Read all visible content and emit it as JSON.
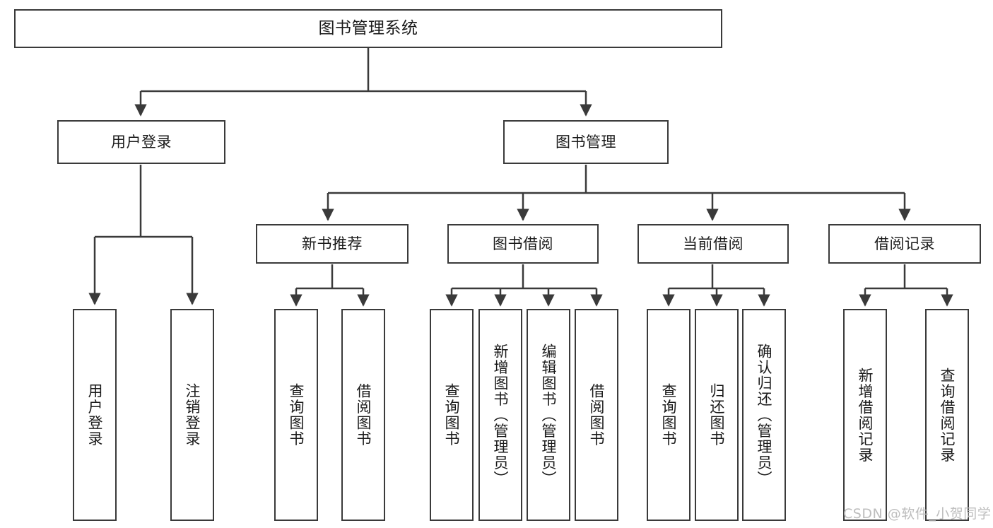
{
  "diagram": {
    "type": "tree",
    "title": "图书管理系统",
    "watermark": "CSDN @软件_小贺同学",
    "colors": {
      "box_border": "#3a3a3a",
      "box_fill": "#ffffff",
      "edge": "#3a3a3a",
      "text": "#1a1a1a",
      "watermark": "#bdbdbd",
      "background": "#ffffff"
    },
    "nodes": {
      "root": {
        "label": "图书管理系统",
        "level": 1
      },
      "login": {
        "label": "用户登录",
        "level": 2
      },
      "book_mgmt": {
        "label": "图书管理",
        "level": 2
      },
      "new_book": {
        "label": "新书推荐",
        "level": 3
      },
      "borrow": {
        "label": "图书借阅",
        "level": 3
      },
      "current": {
        "label": "当前借阅",
        "level": 3
      },
      "record": {
        "label": "借阅记录",
        "level": 3
      },
      "leaf_login_1": {
        "label": "用户登录",
        "level": 4
      },
      "leaf_login_2": {
        "label": "注销登录",
        "level": 4
      },
      "leaf_new_1": {
        "label": "查询图书",
        "level": 4
      },
      "leaf_new_2": {
        "label": "借阅图书",
        "level": 4
      },
      "leaf_borrow_1": {
        "label": "查询图书",
        "level": 4
      },
      "leaf_borrow_2": {
        "label": "新增图书（管理员）",
        "level": 4
      },
      "leaf_borrow_3": {
        "label": "编辑图书（管理员）",
        "level": 4
      },
      "leaf_borrow_4": {
        "label": "借阅图书",
        "level": 4
      },
      "leaf_current_1": {
        "label": "查询图书",
        "level": 4
      },
      "leaf_current_2": {
        "label": "归还图书",
        "level": 4
      },
      "leaf_current_3": {
        "label": "确认归还（管理员）",
        "level": 4
      },
      "leaf_record_1": {
        "label": "新增借阅记录",
        "level": 4
      },
      "leaf_record_2": {
        "label": "查询借阅记录",
        "level": 4
      }
    },
    "edges": [
      {
        "from": "root",
        "to": "login"
      },
      {
        "from": "root",
        "to": "book_mgmt"
      },
      {
        "from": "login",
        "to": "leaf_login_1"
      },
      {
        "from": "login",
        "to": "leaf_login_2"
      },
      {
        "from": "book_mgmt",
        "to": "new_book"
      },
      {
        "from": "book_mgmt",
        "to": "borrow"
      },
      {
        "from": "book_mgmt",
        "to": "current"
      },
      {
        "from": "book_mgmt",
        "to": "record"
      },
      {
        "from": "new_book",
        "to": "leaf_new_1"
      },
      {
        "from": "new_book",
        "to": "leaf_new_2"
      },
      {
        "from": "borrow",
        "to": "leaf_borrow_1"
      },
      {
        "from": "borrow",
        "to": "leaf_borrow_2"
      },
      {
        "from": "borrow",
        "to": "leaf_borrow_3"
      },
      {
        "from": "borrow",
        "to": "leaf_borrow_4"
      },
      {
        "from": "current",
        "to": "leaf_current_1"
      },
      {
        "from": "current",
        "to": "leaf_current_2"
      },
      {
        "from": "current",
        "to": "leaf_current_3"
      },
      {
        "from": "record",
        "to": "leaf_record_1"
      },
      {
        "from": "record",
        "to": "leaf_record_2"
      }
    ]
  }
}
